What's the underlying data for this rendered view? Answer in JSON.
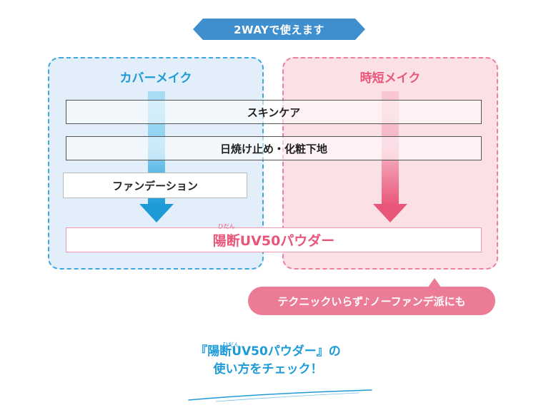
{
  "banner": {
    "text": "2WAYで使えます"
  },
  "cover_make": {
    "title": "カバーメイク"
  },
  "quick_make": {
    "title": "時短メイク"
  },
  "steps": {
    "skincare": "スキンケア",
    "base": "日焼け止め・化粧下地",
    "foundation": "ファンデーション",
    "powder_ruby": "ひだん",
    "powder_kanji": "陽断",
    "powder_rest": "UV50パウダー"
  },
  "callout": {
    "text": "テクニックいらず♪ノーファンデ派にも"
  },
  "check": {
    "ruby": "ひだん",
    "line1_pre": "『",
    "line1_kanji": "陽断",
    "line1_rest": "UV50パウダー』の",
    "line2": "使い方をチェック！"
  },
  "colors": {
    "blue": "#1e9bd7",
    "pink": "#e8577a",
    "banner": "#3f8fcf",
    "callout": "#ec7b96"
  }
}
